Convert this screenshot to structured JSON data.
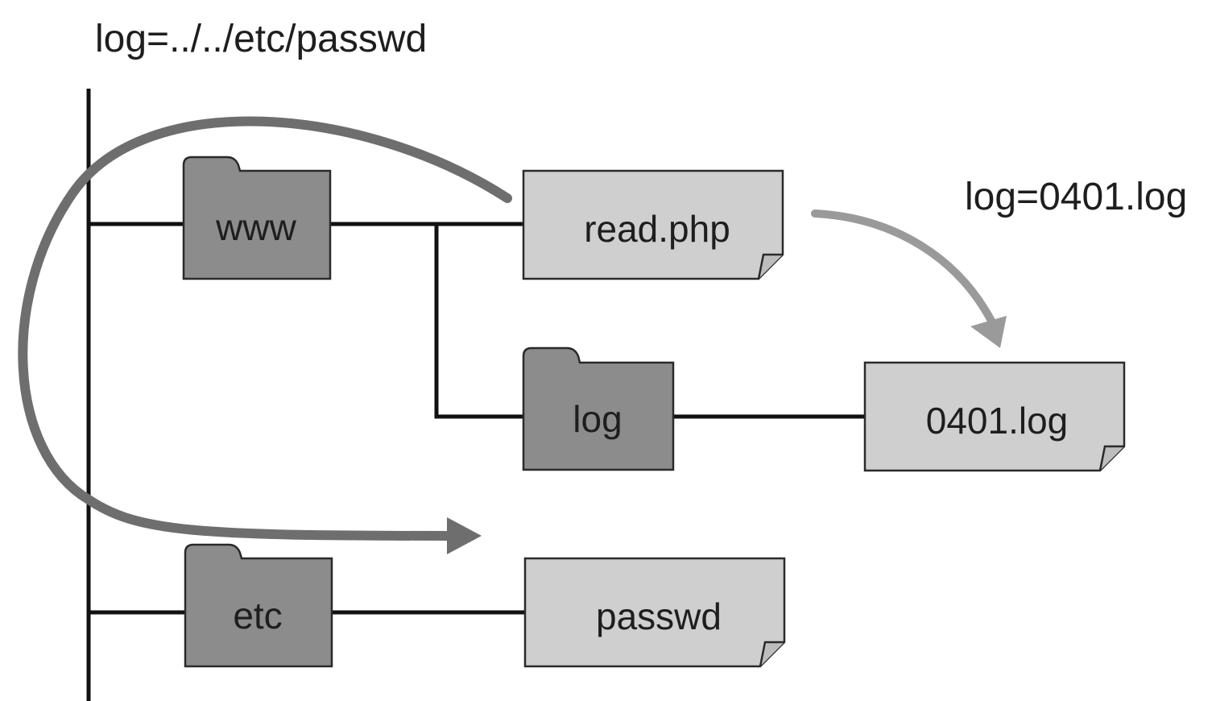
{
  "params": {
    "traversal": "log=../../etc/passwd",
    "normal": "log=0401.log"
  },
  "folders": {
    "www": "www",
    "log": "log",
    "etc": "etc"
  },
  "files": {
    "read_php": "read.php",
    "log_0401": "0401.log",
    "passwd": "passwd"
  },
  "colors": {
    "folder": "#8c8c8c",
    "folder_tab": "#a0a0a0",
    "file": "#cfcfcf",
    "stroke": "#2a2a2a",
    "tree_line": "#111111",
    "traversal_arrow": "#6e6e6e",
    "normal_arrow": "#9a9a9a"
  },
  "icons": [
    "folder-icon",
    "file-icon",
    "arrow-icon"
  ]
}
